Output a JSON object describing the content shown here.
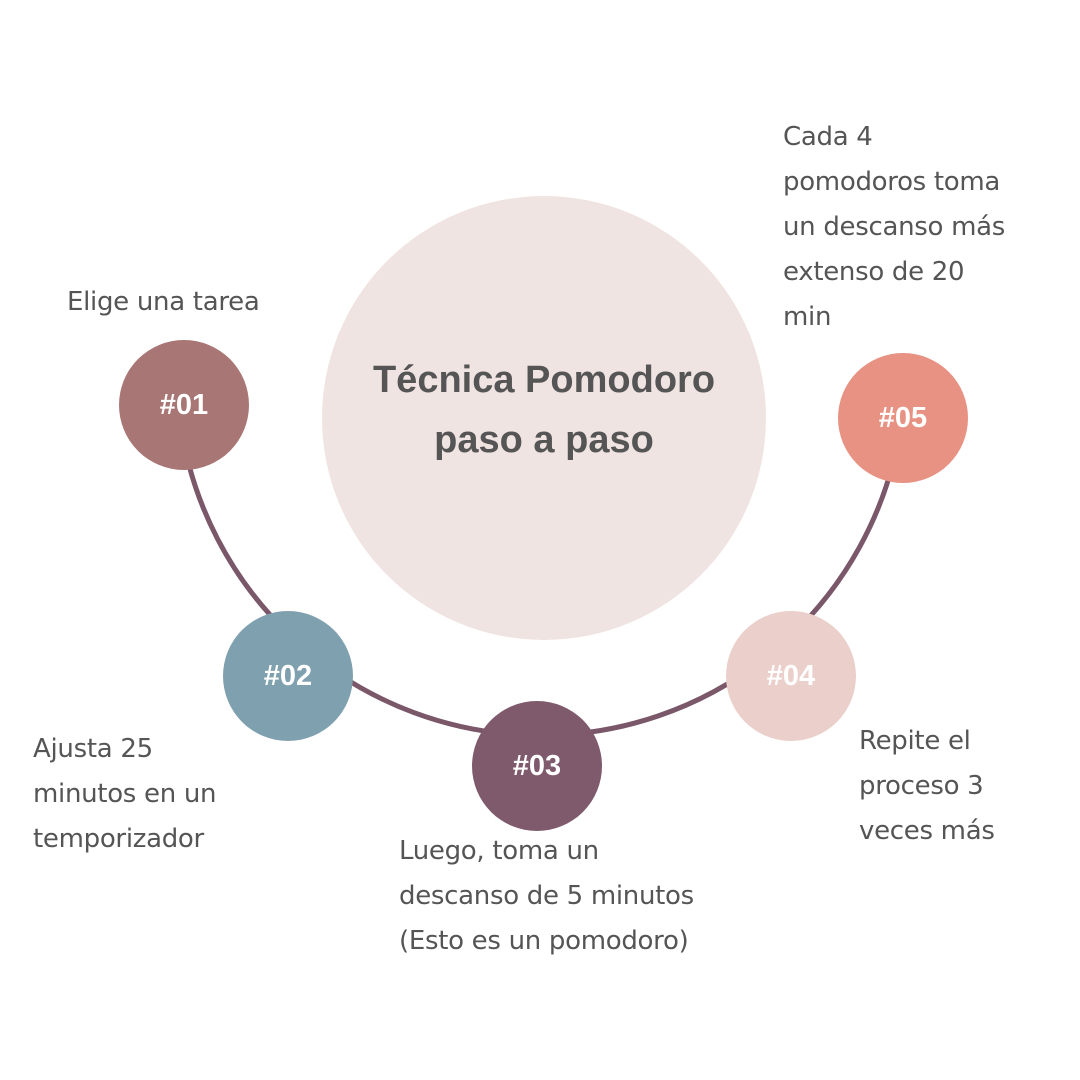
{
  "title_line1": "Técnica Pomodoro",
  "title_line2": "paso a paso",
  "colors": {
    "center": "#f0e4e2",
    "arc": "#7a5769",
    "text": "#555555"
  },
  "steps": [
    {
      "label": "#01",
      "color": "#a87674",
      "text": "Elige una tarea"
    },
    {
      "label": "#02",
      "color": "#7fa0ae",
      "text": "Ajusta 25\nminutos en un\ntemporizador"
    },
    {
      "label": "#03",
      "color": "#7f5a6c",
      "text": "Luego, toma un\ndescanso de 5 minutos\n(Esto es un pomodoro)"
    },
    {
      "label": "#04",
      "color": "#ebcfcb",
      "text": "Repite el\nproceso 3\nveces más"
    },
    {
      "label": "#05",
      "color": "#e79282",
      "text": "Cada 4\npomodoros toma\nun descanso más\nextenso de 20\nmin"
    }
  ]
}
